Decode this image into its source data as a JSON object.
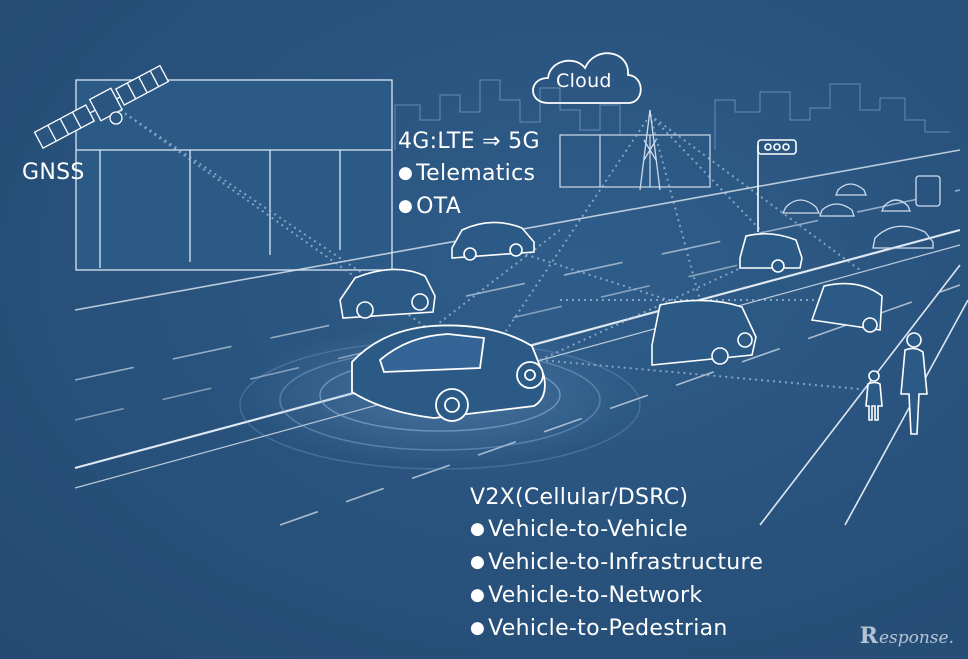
{
  "labels": {
    "gnss": "GNSS",
    "cloud": "Cloud"
  },
  "cellular": {
    "heading": "4G:LTE ⇒ 5G",
    "items": [
      "Telematics",
      "OTA"
    ]
  },
  "v2x": {
    "heading": "V2X(Cellular/DSRC)",
    "items": [
      "Vehicle-to-Vehicle",
      "Vehicle-to-Infrastructure",
      "Vehicle-to-Network",
      "Vehicle-to-Pedestrian"
    ]
  },
  "watermark": {
    "text": "Response.",
    "rest": "esponse."
  },
  "colors": {
    "background": "#2a5580",
    "line": "#ffffff"
  }
}
